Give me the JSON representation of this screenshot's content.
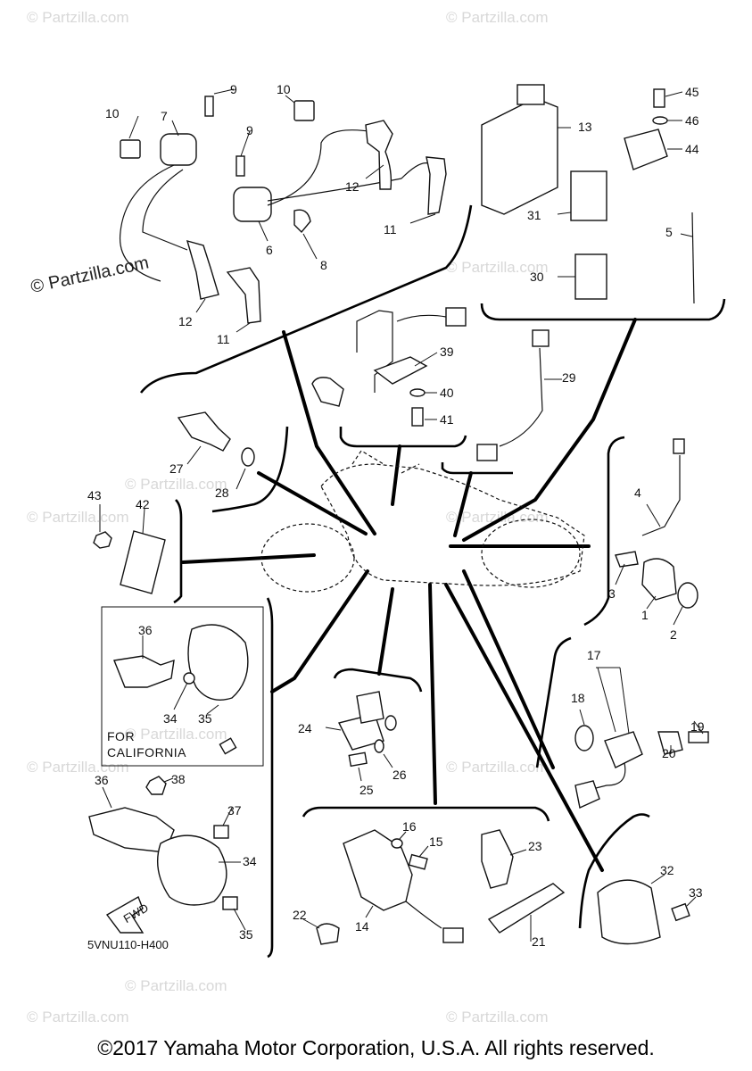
{
  "watermarks": [
    "© Partzilla.com",
    "© Partzilla.com",
    "© Partzilla.com",
    "© Partzilla.com",
    "© Partzilla.com",
    "© Partzilla.com",
    "© Partzilla.com",
    "© Partzilla.com",
    "© Partzilla.com",
    "© Partzilla.com",
    "© Partzilla.com",
    "© Partzilla.com"
  ],
  "watermark_strong": "© Partzilla.com",
  "callouts": [
    "1",
    "2",
    "3",
    "4",
    "5",
    "6",
    "7",
    "8",
    "9",
    "9",
    "10",
    "10",
    "11",
    "11",
    "12",
    "12",
    "13",
    "14",
    "15",
    "16",
    "17",
    "18",
    "19",
    "20",
    "21",
    "22",
    "23",
    "24",
    "25",
    "26",
    "27",
    "28",
    "29",
    "30",
    "31",
    "32",
    "33",
    "34",
    "34",
    "35",
    "35",
    "36",
    "36",
    "37",
    "38",
    "39",
    "40",
    "41",
    "42",
    "43",
    "44",
    "45",
    "46"
  ],
  "inset_note_line1": "FOR",
  "inset_note_line2": "CALIFORNIA",
  "fwd_label": "FWD",
  "diagram_code": "5VNU110-H400",
  "copyright": "©2017 Yamaha Motor Corporation, U.S.A. All rights reserved."
}
